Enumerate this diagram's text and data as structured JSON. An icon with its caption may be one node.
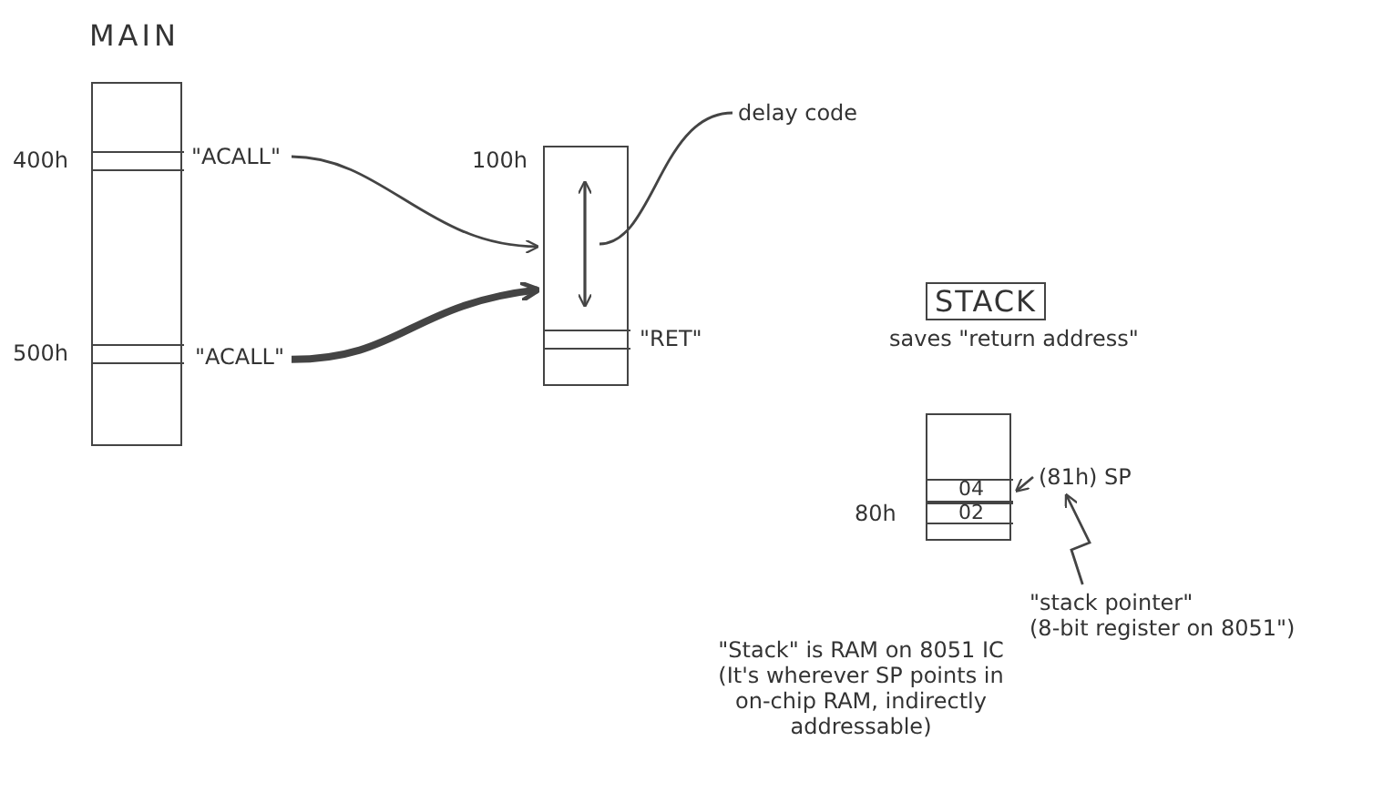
{
  "diagram": {
    "nodes": [
      {
        "text": [
          "MAIN"
        ]
      },
      {
        "text": [],
        "shape": "bar",
        "in": 0,
        "beside": [
          "400h"
        ]
      },
      {
        "text": [],
        "shape": "bar",
        "in": 0,
        "beside": [
          "500h"
        ]
      },
      {
        "text": [
          "\"ACALL\""
        ]
      },
      {
        "text": [
          "\"ACALL\""
        ]
      },
      {
        "text": [],
        "shape": "box",
        "beside": [
          "100h"
        ]
      },
      {
        "text": [],
        "shape": "arrow",
        "in": 5
      },
      {
        "text": [],
        "shape": "bar",
        "in": 5,
        "beside": [
          "\"RET\""
        ]
      },
      {
        "text": [
          "delay code"
        ]
      },
      {
        "text": [
          "STACK"
        ],
        "beside": [
          "saves \"return address\""
        ]
      },
      {
        "text": [],
        "shape": "box"
      },
      {
        "text": [
          "04"
        ],
        "in": 10
      },
      {
        "text": [
          "02"
        ],
        "in": 10,
        "beside": [
          "80h"
        ]
      },
      {
        "text": [
          "(81h) SP"
        ]
      },
      {
        "text": [
          "\"stack pointer\"",
          "(8-bit register on 8051\")"
        ]
      }
    ],
    "edges": [
      {
        "from": 3,
        "to": 5,
        "arrow": "to"
      },
      {
        "from": 4,
        "to": 5,
        "arrow": "to",
        "style": "thick"
      },
      {
        "from": 8,
        "to": 6,
        "arrow": "none"
      },
      {
        "from": 13,
        "to": 11,
        "arrow": "to"
      },
      {
        "from": 14,
        "to": 13,
        "arrow": "to"
      }
    ],
    "labels": [
      "\"Stack\" is RAM on 8051 IC (It's wherever SP points in on-chip RAM, indirectly addressable)"
    ]
  }
}
